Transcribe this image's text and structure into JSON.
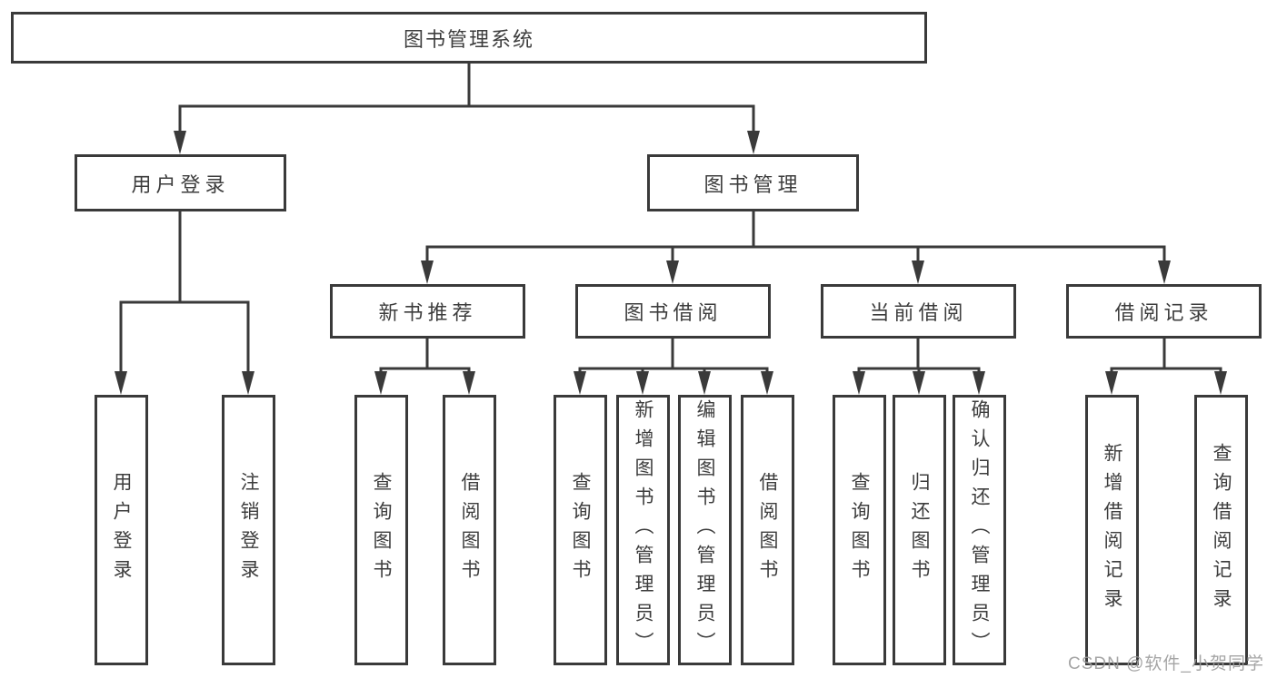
{
  "colors": {
    "line": "#3a3a3a",
    "text": "#3d3d3d",
    "box-bg": "#ffffff",
    "watermark": "#9c9c9c"
  },
  "watermark": {
    "text": "CSDN @软件_小贺同学"
  },
  "nodes": {
    "root": "图书管理系统",
    "l2": [
      "用户登录",
      "图书管理"
    ],
    "l3": [
      "新书推荐",
      "图书借阅",
      "当前借阅",
      "借阅记录"
    ],
    "l4_login": [
      "用户登录",
      "注销登录"
    ],
    "l4_newbook": [
      "查询图书",
      "借阅图书"
    ],
    "l4_borrow": [
      "查询图书",
      "新增图书（管理员）",
      "编辑图书（管理员）",
      "借阅图书"
    ],
    "l4_current": [
      "查询图书",
      "归还图书",
      "确认归还（管理员）"
    ],
    "l4_record": [
      "新增借阅记录",
      "查询借阅记录"
    ]
  }
}
